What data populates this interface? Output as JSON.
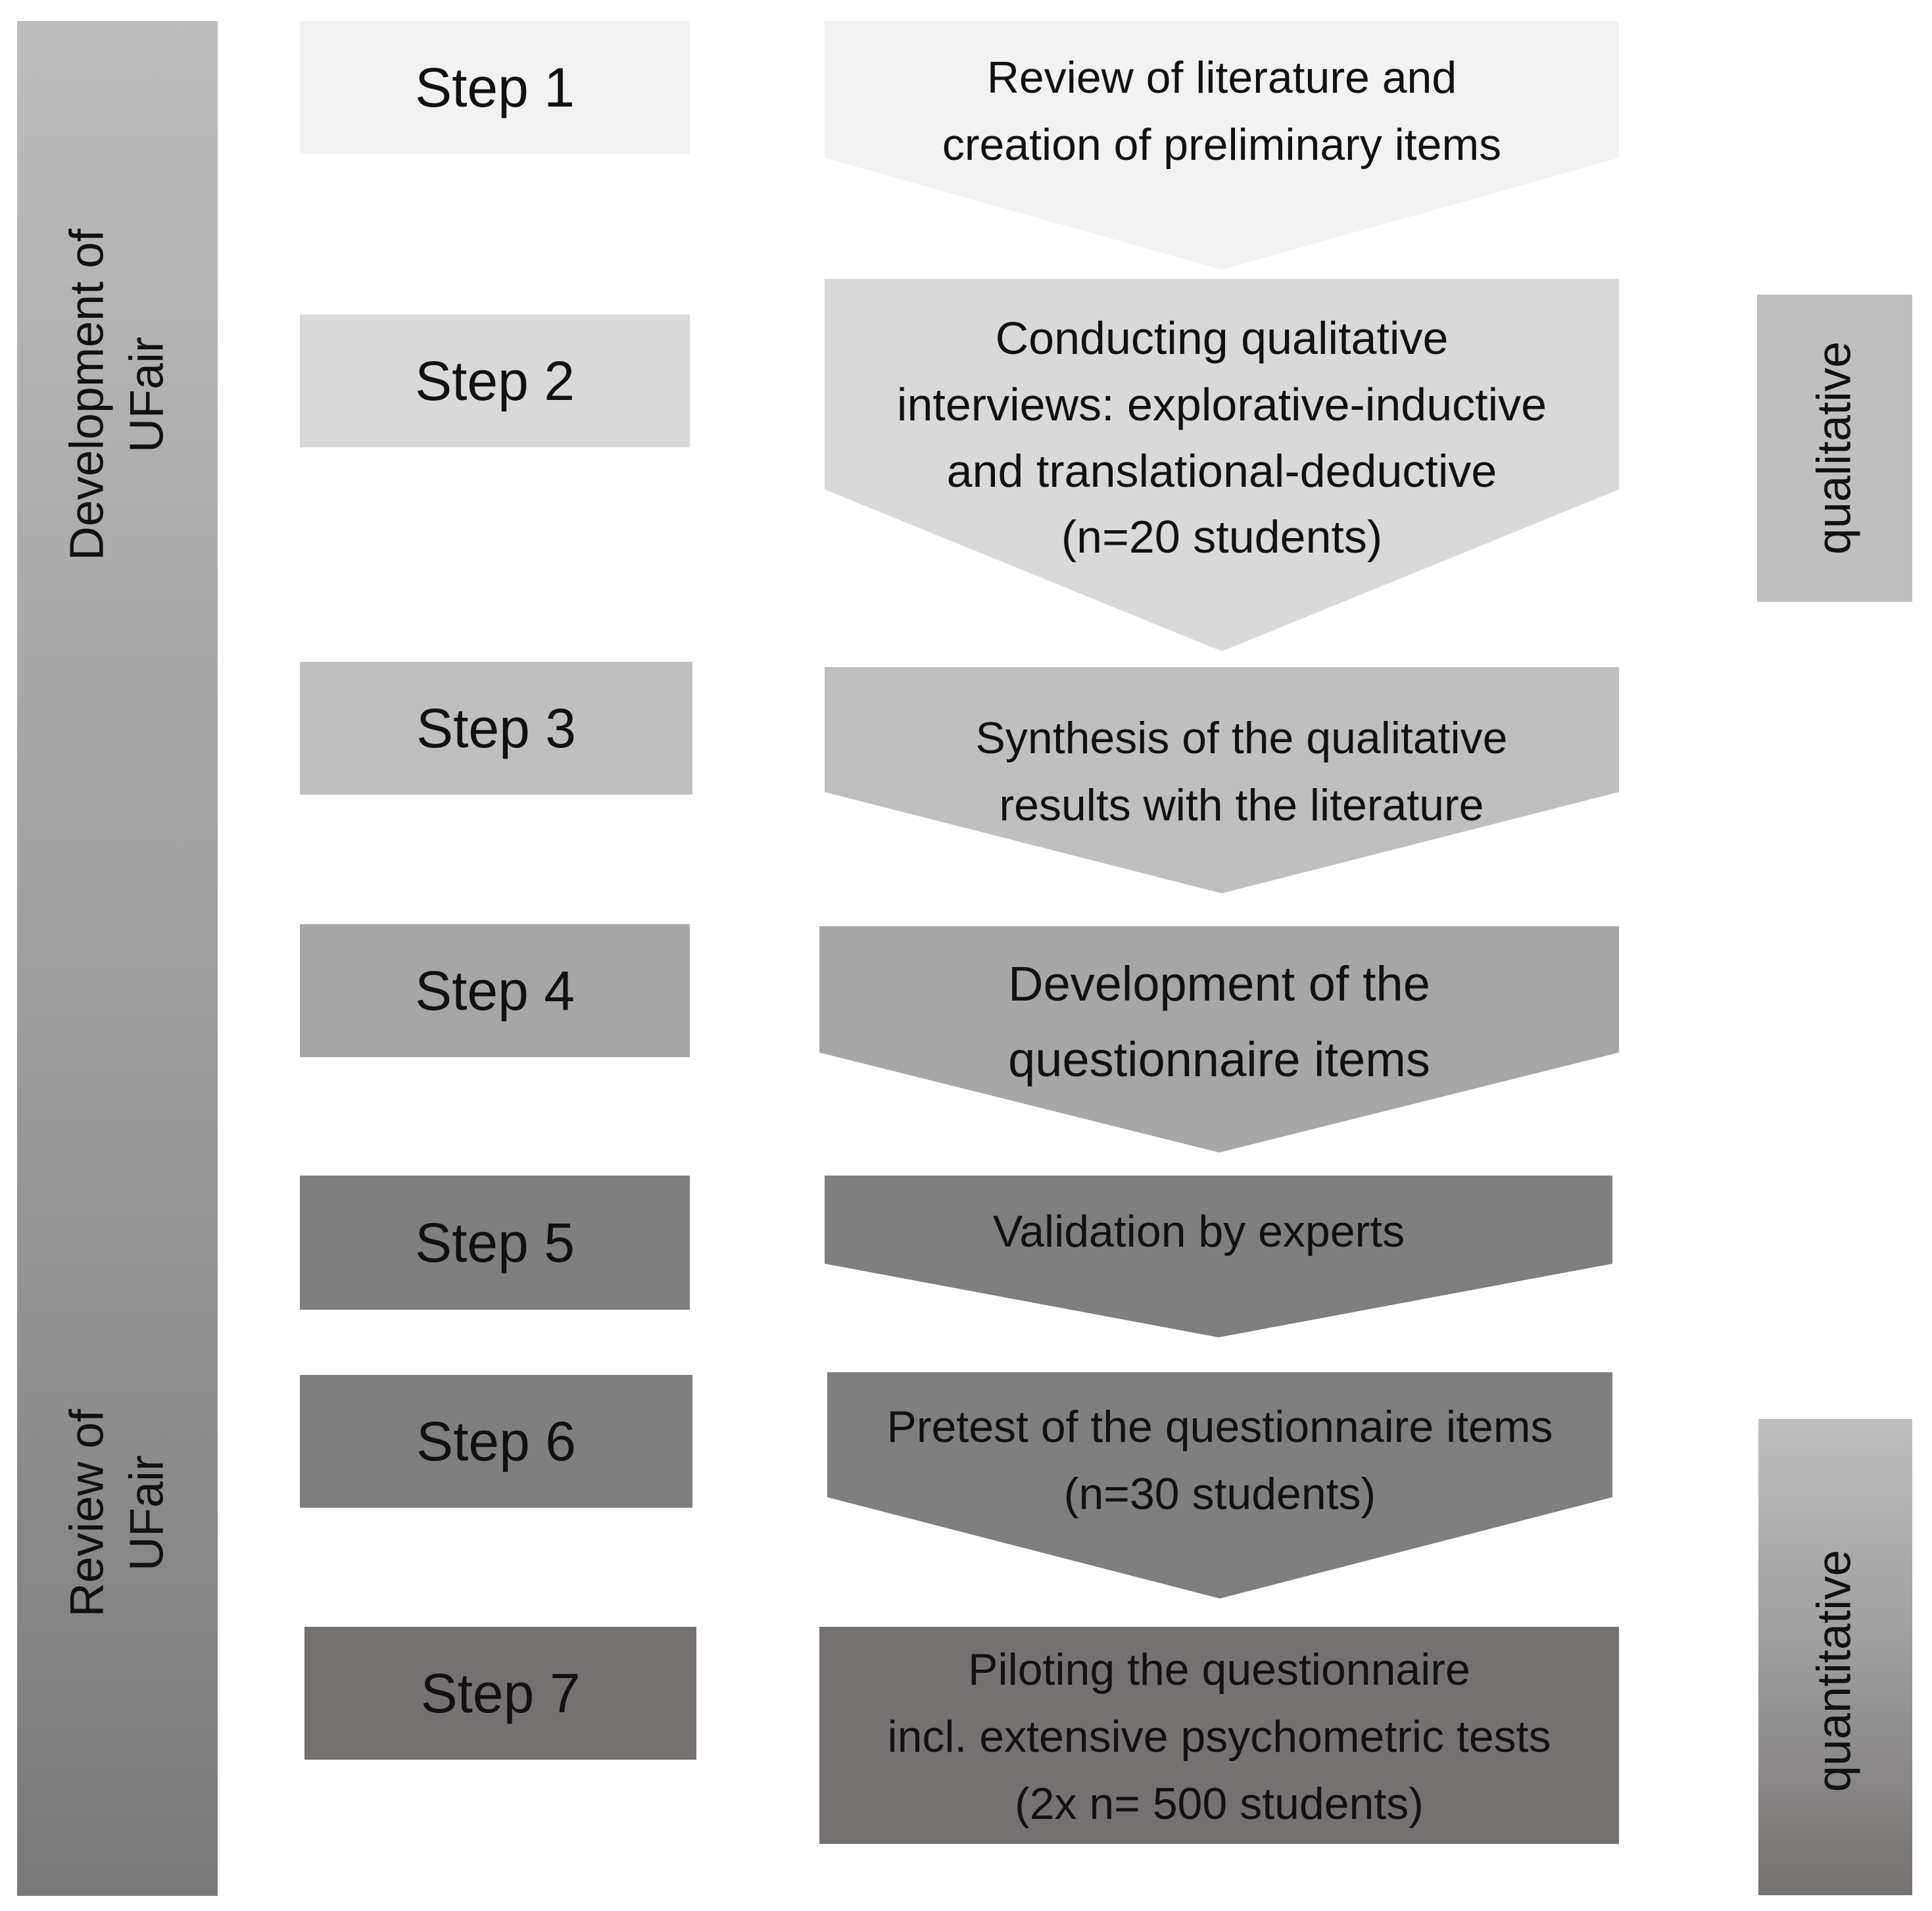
{
  "phases": {
    "development": "Development of\nUFair",
    "review": "Review of\nUFair"
  },
  "steps": [
    {
      "label": "Step 1",
      "text": "Review of literature and\ncreation of preliminary items"
    },
    {
      "label": "Step 2",
      "text": "Conducting qualitative\ninterviews: explorative-inductive\nand translational-deductive\n(n=20 students)"
    },
    {
      "label": "Step 3",
      "text": "Synthesis of the qualitative\nresults with the literature"
    },
    {
      "label": "Step 4",
      "text": "Development of the\nquestionnaire items"
    },
    {
      "label": "Step 5",
      "text": "Validation by experts"
    },
    {
      "label": "Step 6",
      "text": "Pretest of the questionnaire items\n(n=30 students)"
    },
    {
      "label": "Step 7",
      "text": "Piloting the questionnaire\nincl. extensive psychometric tests\n(2x n= 500 students)"
    }
  ],
  "methods": {
    "qualitative": "qualitative",
    "quantitative": "quantitative"
  },
  "colors": {
    "step1": "#f2f2f2",
    "step2": "#d9d9d9",
    "step3": "#bfbfbf",
    "step4": "#a6a6a6",
    "step5": "#7f7f7f",
    "step6": "#7f7f7f",
    "step7": "#767171",
    "qualitative": "#bfbfbf",
    "quantitative_top": "#bfbfbf",
    "quantitative_bottom": "#767171"
  }
}
